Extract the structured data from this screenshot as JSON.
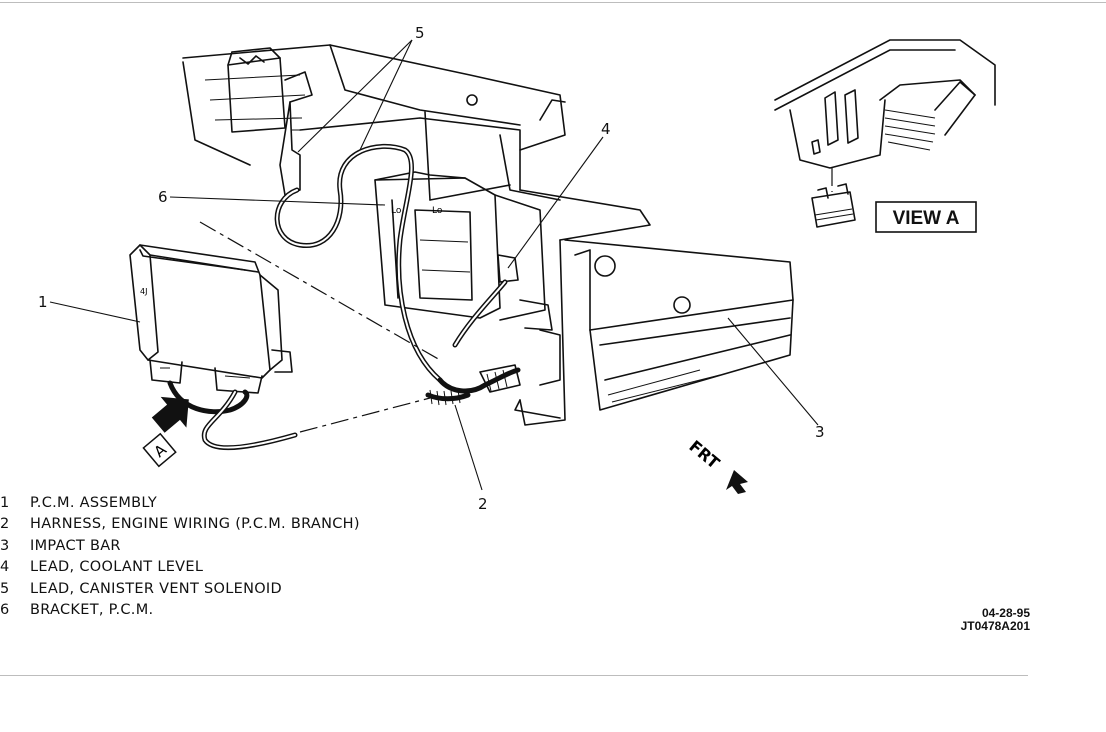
{
  "callouts": [
    "1",
    "2",
    "3",
    "4",
    "5",
    "6"
  ],
  "view_a_label": "VIEW A",
  "view_marker": "A",
  "front_marker": "FRT",
  "legend": [
    {
      "num": "1",
      "text": "P.C.M. ASSEMBLY"
    },
    {
      "num": "2",
      "text": "HARNESS, ENGINE WIRING (P.C.M. BRANCH)"
    },
    {
      "num": "3",
      "text": "IMPACT BAR"
    },
    {
      "num": "4",
      "text": "LEAD, COOLANT LEVEL"
    },
    {
      "num": "5",
      "text": "LEAD, CANISTER VENT SOLENOID"
    },
    {
      "num": "6",
      "text": "BRACKET, P.C.M."
    }
  ],
  "footer": {
    "date": "04-28-95",
    "code": "JT0478A201"
  }
}
